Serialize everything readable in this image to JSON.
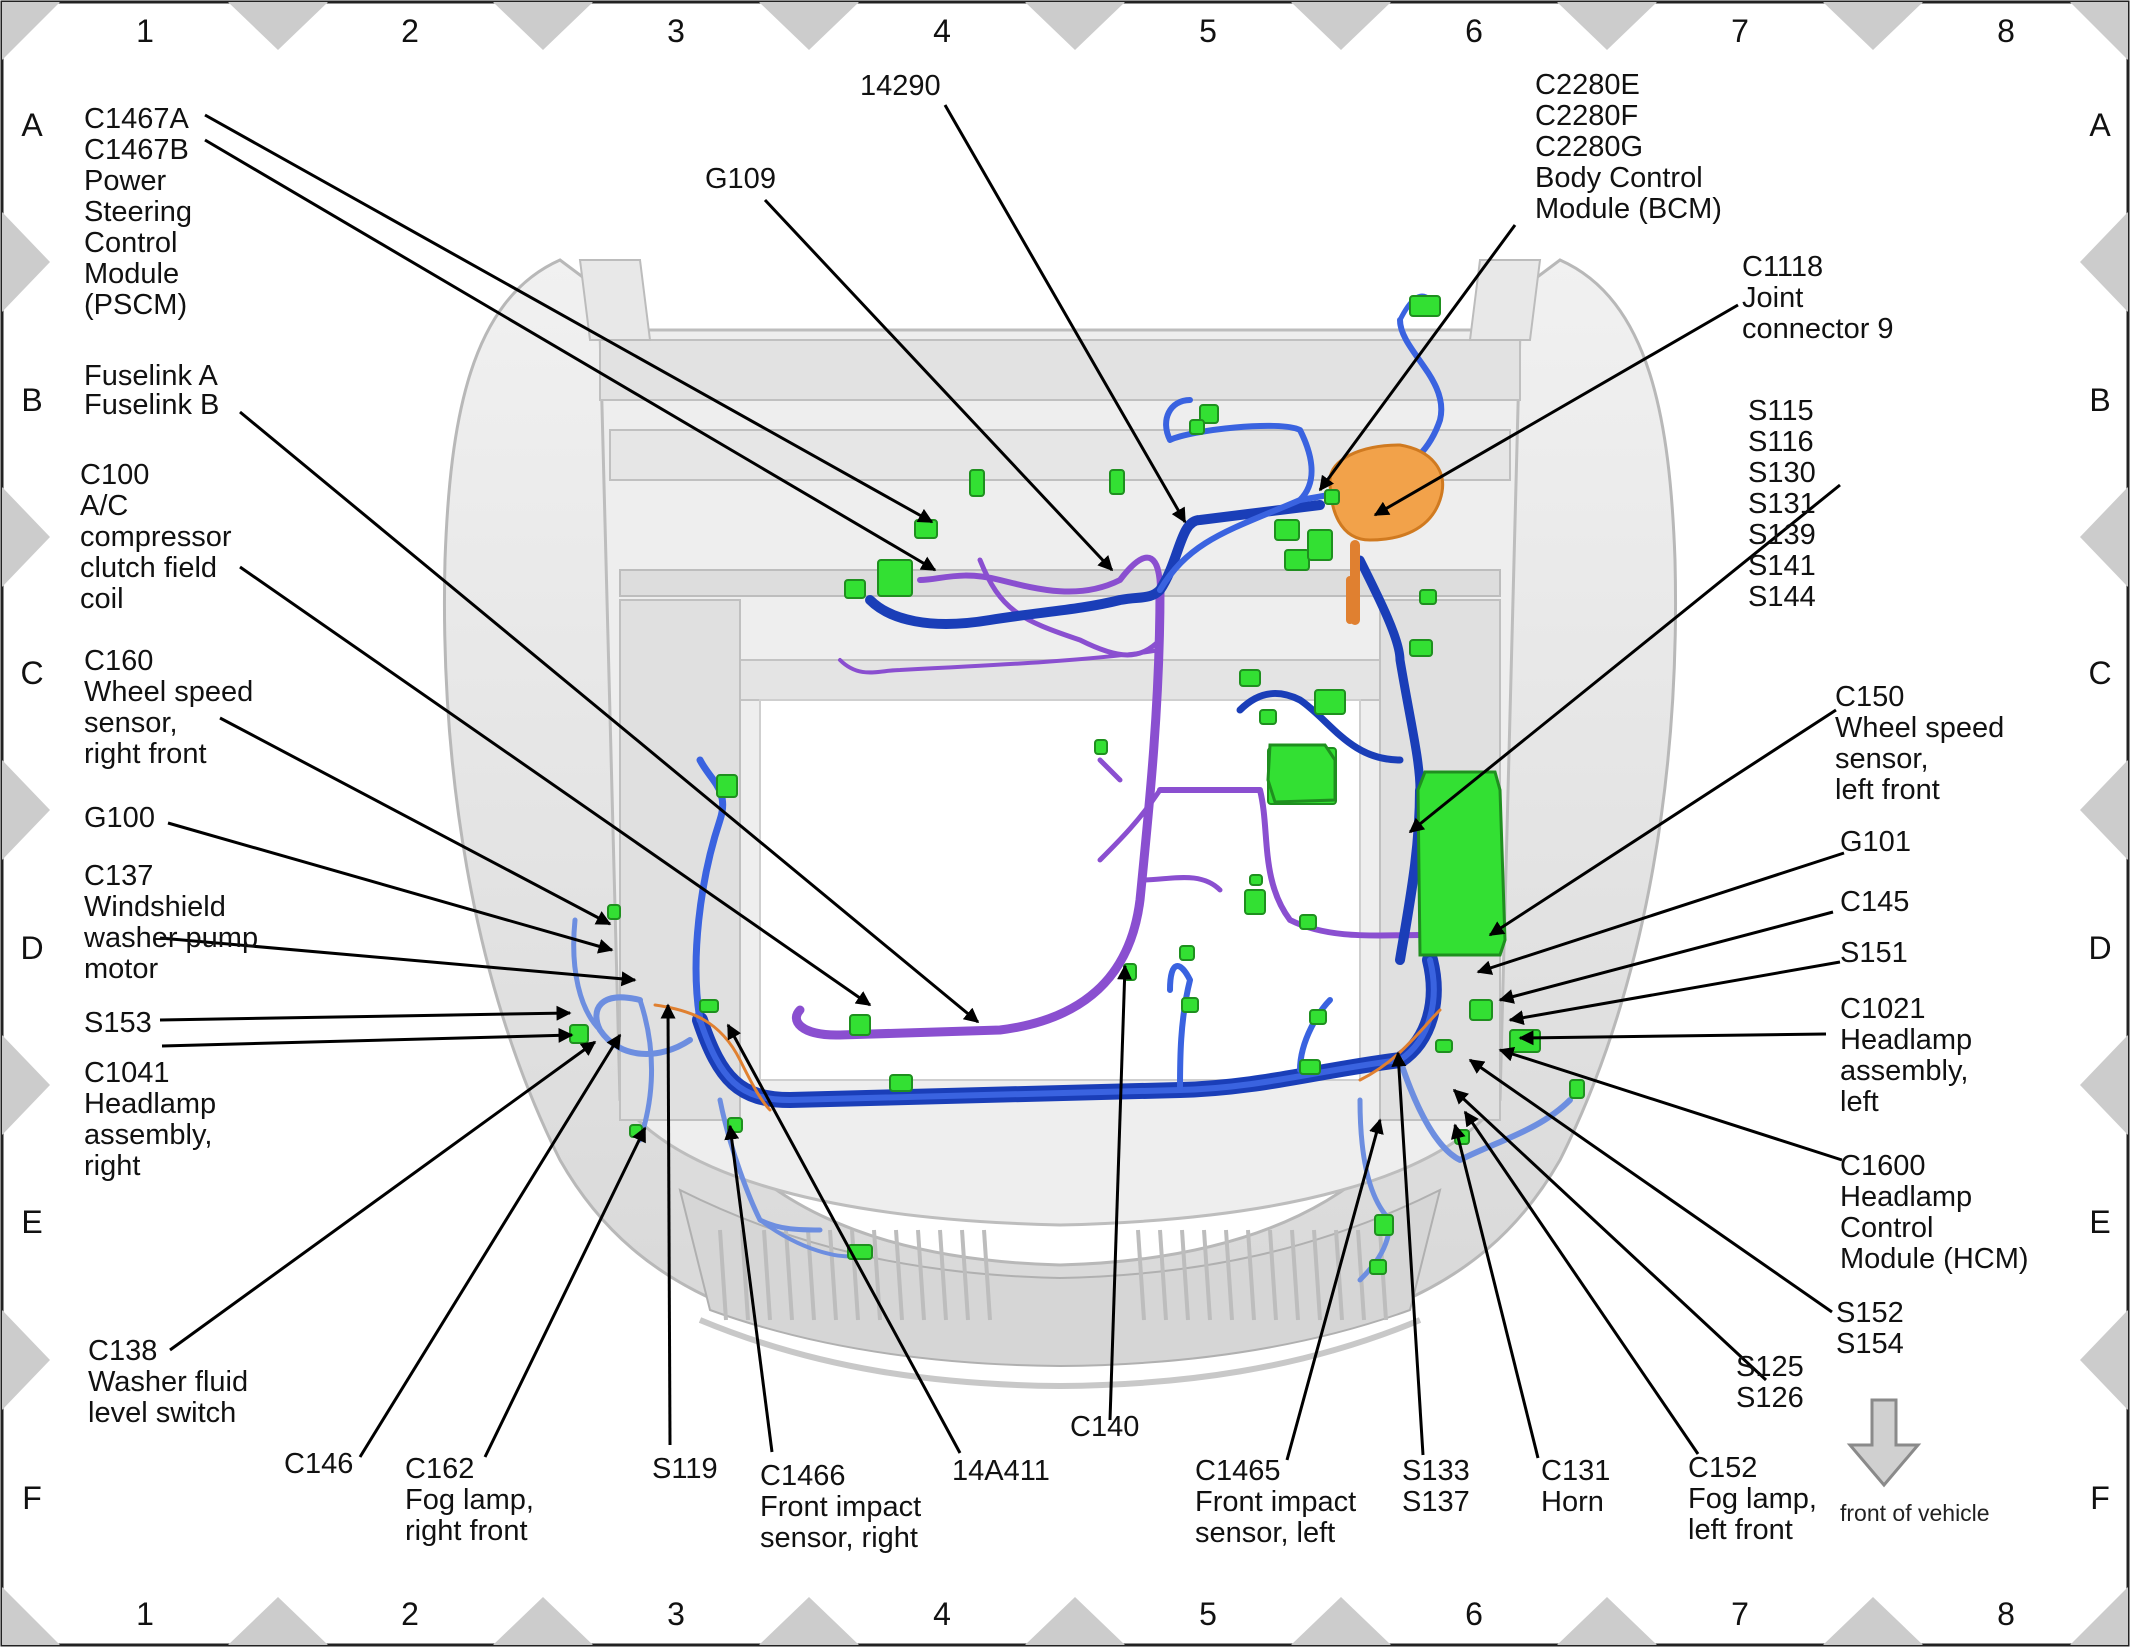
{
  "grid": {
    "columns": [
      "1",
      "2",
      "3",
      "4",
      "5",
      "6",
      "7",
      "8"
    ],
    "rows": [
      "A",
      "B",
      "C",
      "D",
      "E",
      "F"
    ]
  },
  "harness_colors": {
    "main": "#1f44c8",
    "secondary": "#5b7ed6",
    "purple": "#8a4fd0",
    "orange": "#e08030",
    "connector": "#33e033"
  },
  "labels": {
    "c1467": [
      "C1467A",
      "C1467B",
      "Power",
      "Steering",
      "Control",
      "Module",
      "(PSCM)"
    ],
    "fuselink": [
      "Fuselink A",
      "Fuselink B"
    ],
    "c100": [
      "C100",
      "A/C",
      "compressor",
      "clutch field",
      "coil"
    ],
    "c160": [
      "C160",
      "Wheel speed",
      "sensor,",
      "right front"
    ],
    "g100": [
      "G100"
    ],
    "c137": [
      "C137",
      "Windshield",
      "washer pump",
      "motor"
    ],
    "s153": [
      "S153"
    ],
    "c1041": [
      "C1041",
      "Headlamp",
      "assembly,",
      "right"
    ],
    "c138": [
      "C138",
      "Washer fluid",
      "level switch"
    ],
    "c146": [
      "C146"
    ],
    "c162": [
      "C162",
      "Fog lamp,",
      "right front"
    ],
    "s119": [
      "S119"
    ],
    "c1466": [
      "C1466",
      "Front impact",
      "sensor, right"
    ],
    "p14a411": [
      "14A411"
    ],
    "c140": [
      "C140"
    ],
    "g109": [
      "G109"
    ],
    "p14290": [
      "14290"
    ],
    "c2280": [
      "C2280E",
      "C2280F",
      "C2280G",
      "Body Control",
      "Module (BCM)"
    ],
    "c1118": [
      "C1118",
      "Joint",
      "connector 9"
    ],
    "splices_top": [
      "S115",
      "S116",
      "S130",
      "S131",
      "S139",
      "S141",
      "S144"
    ],
    "c150": [
      "C150",
      "Wheel speed",
      "sensor,",
      "left front"
    ],
    "g101": [
      "G101"
    ],
    "c145": [
      "C145"
    ],
    "s151": [
      "S151"
    ],
    "c1021": [
      "C1021",
      "Headlamp",
      "assembly,",
      "left"
    ],
    "c1600": [
      "C1600",
      "Headlamp",
      "Control",
      "Module (HCM)"
    ],
    "s152": [
      "S152",
      "S154"
    ],
    "s125": [
      "S125",
      "S126"
    ],
    "c152": [
      "C152",
      "Fog lamp,",
      "left front"
    ],
    "c131": [
      "C131",
      "Horn"
    ],
    "s133": [
      "S133",
      "S137"
    ],
    "c1465": [
      "C1465",
      "Front impact",
      "sensor, left"
    ]
  },
  "front_of_vehicle": "front of vehicle"
}
